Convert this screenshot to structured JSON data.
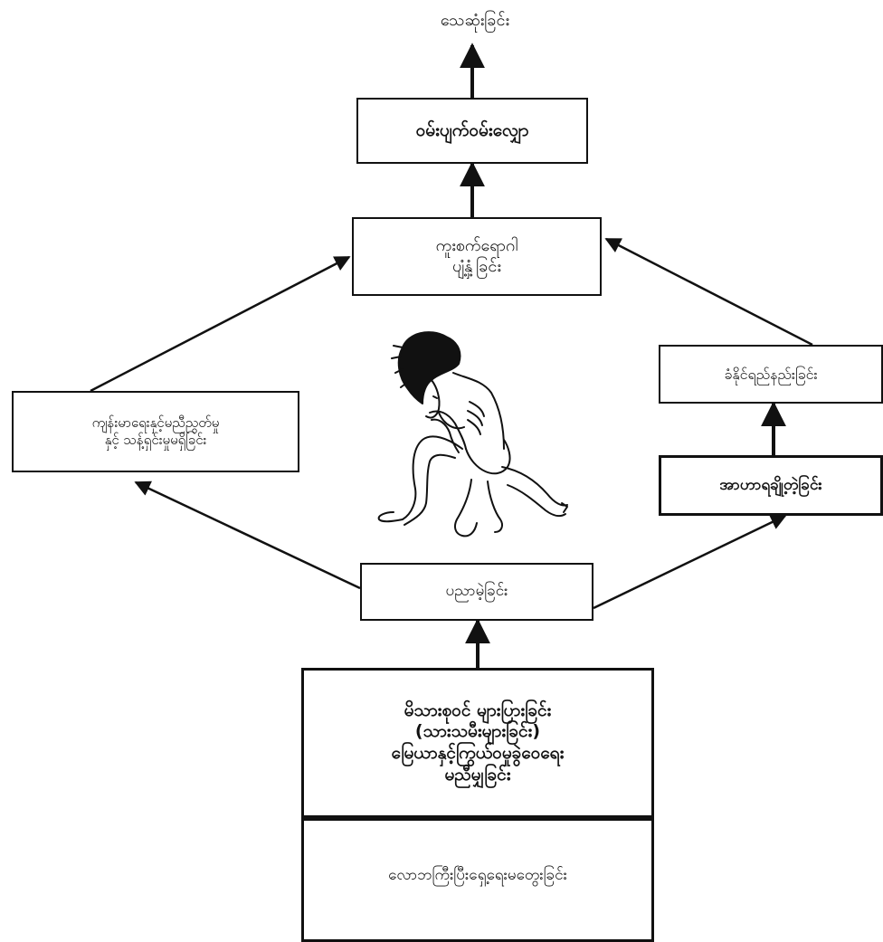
{
  "nodes": {
    "death": [
      "သေဆုံးခြင်း"
    ],
    "weakness": [
      "ဝမ်းပျက်ဝမ်းလျှော"
    ],
    "disease": [
      "ကူးစက်ရောဂါ",
      "ပျံ့နှံ့ခြင်း"
    ],
    "lack_of_health_care": [
      "ကျန်းမာရေးနှင့်မညီညွတ်မှု",
      "နှင့်  သန့်ရှင်းမှုမရှိခြင်း"
    ],
    "low_immunity": [
      "ခံနိုင်ရည်နည်းခြင်း"
    ],
    "food_shortage": [
      "အာဟာရချို့တဲ့ခြင်း"
    ],
    "poverty": [
      "ပညာမဲ့ခြင်း"
    ],
    "large_family": [
      "မိသားစုဝင် များပြားခြင်း",
      "(သားသမီးများခြင်း)",
      "မြေယာနှင့်ကြွယ်ဝမှုခွဲဝေရေး",
      "မညီမျှခြင်း"
    ],
    "global_issues": [
      "လောဘကြီးပြီးရှေ့ရေးမတွေးခြင်း"
    ]
  },
  "illustration": "malnourished-child"
}
